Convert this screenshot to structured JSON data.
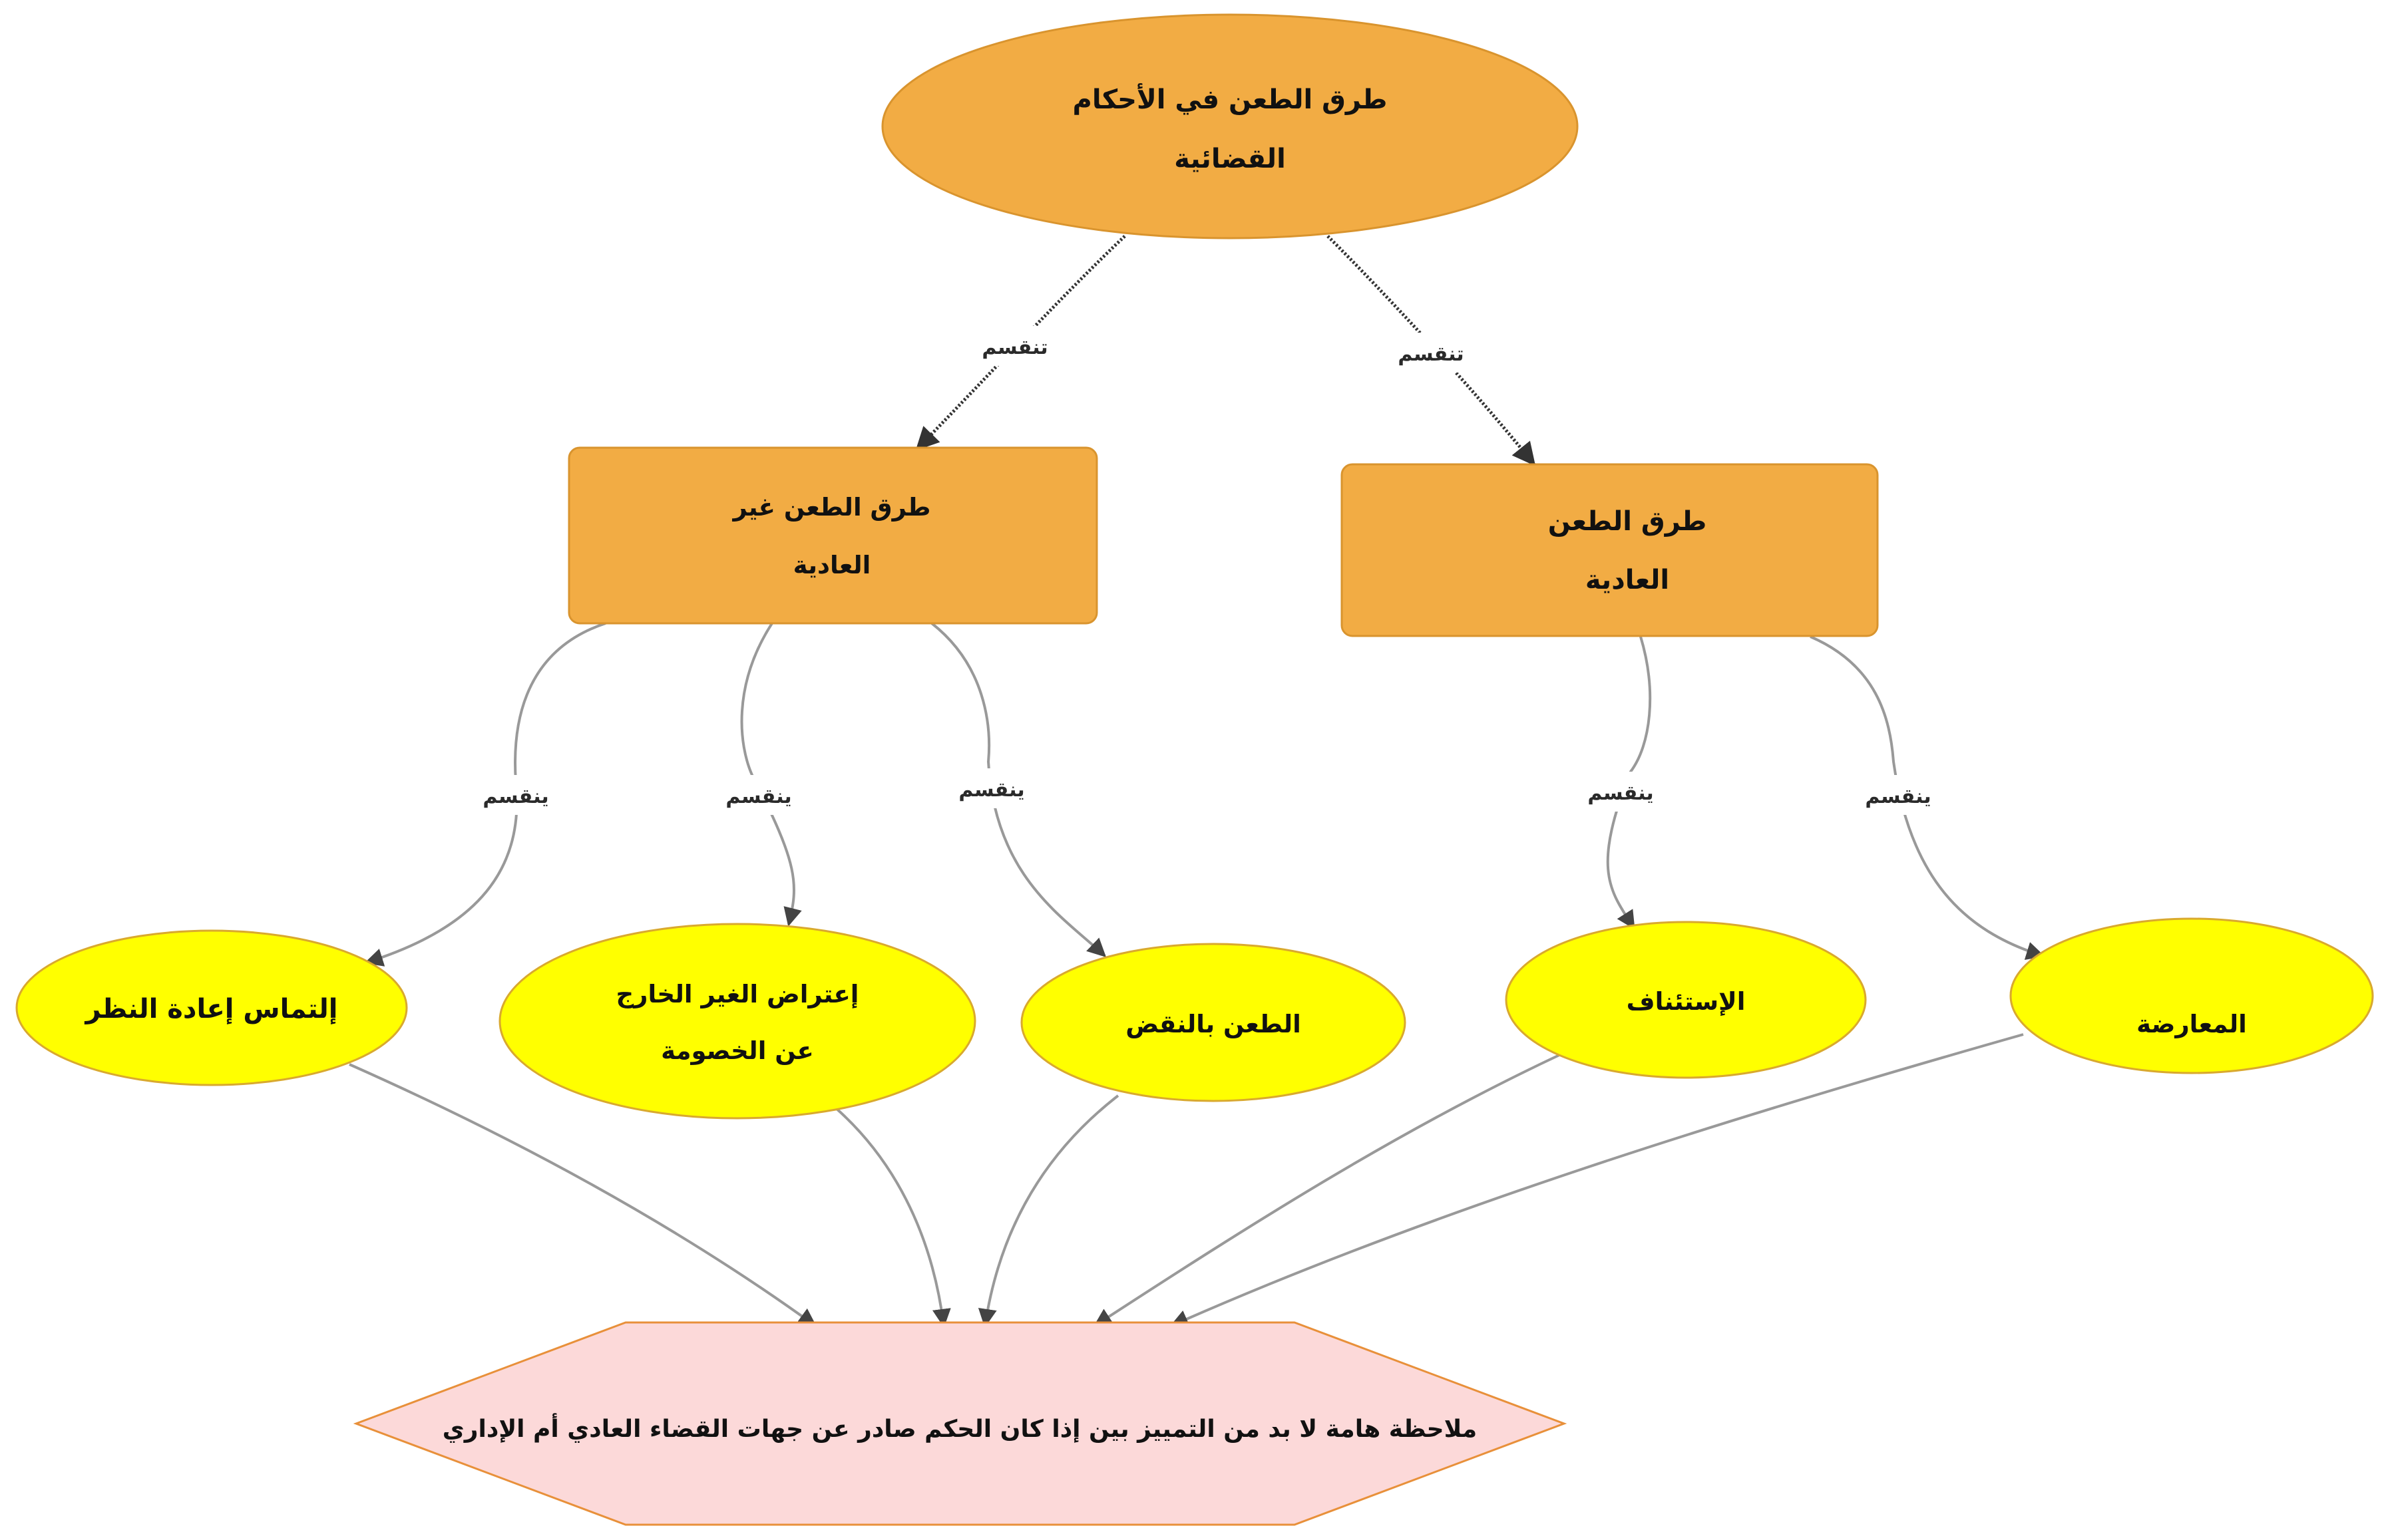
{
  "colors": {
    "root_fill": "#f2ac44",
    "category_fill": "#f2ac44",
    "leaf_fill": "#ffff00",
    "note_fill": "#fcd9d9",
    "node_stroke": "#d9942e",
    "note_stroke": "#e8903a",
    "dotted_edge": "#333333",
    "solid_edge": "#999999"
  },
  "root": {
    "line1": "طرق الطعن في الأحكام",
    "line2": "القضائية"
  },
  "categories": {
    "non_ordinary": {
      "line1": "طرق الطعن غير",
      "line2": "العادية"
    },
    "ordinary": {
      "line1": "طرق الطعن",
      "line2": "العادية"
    }
  },
  "leaves": {
    "reconsideration": "إلتماس إعادة النظر",
    "third_party_line1": "إعتراض الغير الخارج",
    "third_party_line2": "عن الخصومة",
    "cassation": "الطعن بالنقض",
    "appeal": "الإستئناف",
    "opposition": "المعارضة"
  },
  "edge_labels": {
    "root_left": "تنقسم",
    "root_right": "تنقسم",
    "nonord_reconsideration": "ينقسم",
    "nonord_third_party": "ينقسم",
    "nonord_cassation": "ينقسم",
    "ord_appeal": "ينقسم",
    "ord_opposition": "ينقسم"
  },
  "note": {
    "text": "ملاحظة هامة لا بد من التمييز بين إذا كان الحكم صادر عن جهات القضاء العادي أم الإداري"
  }
}
